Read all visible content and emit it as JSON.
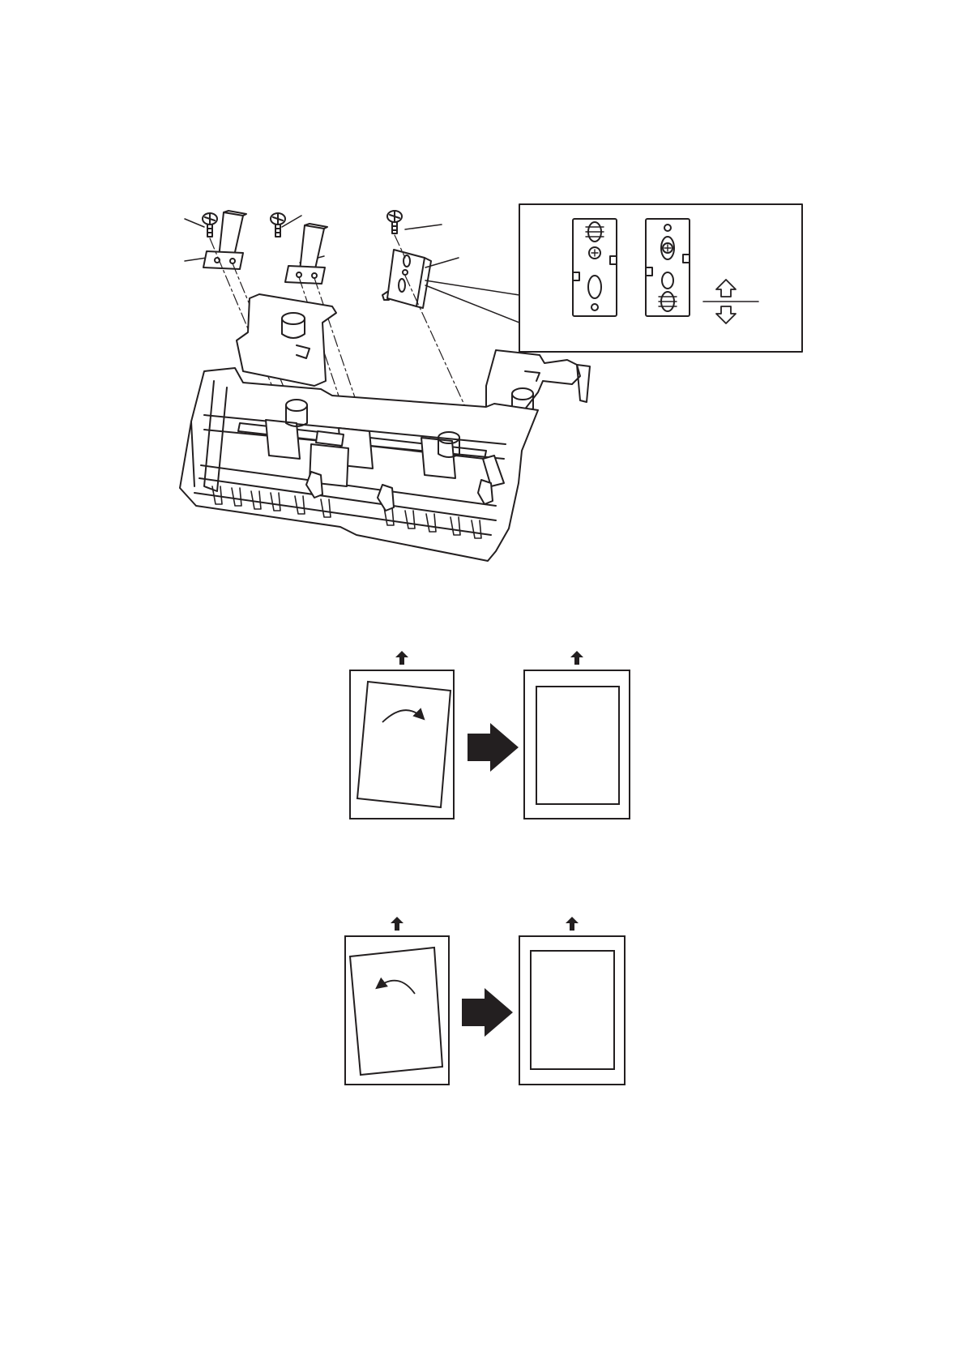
{
  "page": {
    "background": "#ffffff",
    "ink_color": "#231f20"
  },
  "figures": [
    {
      "id": "assembly",
      "kind": "exploded-view-with-inset",
      "labels": []
    },
    {
      "id": "skew-correction-clockwise",
      "kind": "before-after",
      "rotation_hint": "clockwise"
    },
    {
      "id": "skew-correction-counterclockwise",
      "kind": "before-after",
      "rotation_hint": "counterclockwise"
    }
  ],
  "icons": [
    "screw-icon",
    "bracket-icon",
    "adjust-plate-icon",
    "up-arrow-icon",
    "down-arrow-icon",
    "feed-direction-arrow-icon",
    "transition-arrow-icon",
    "rotation-arrow-icon"
  ]
}
